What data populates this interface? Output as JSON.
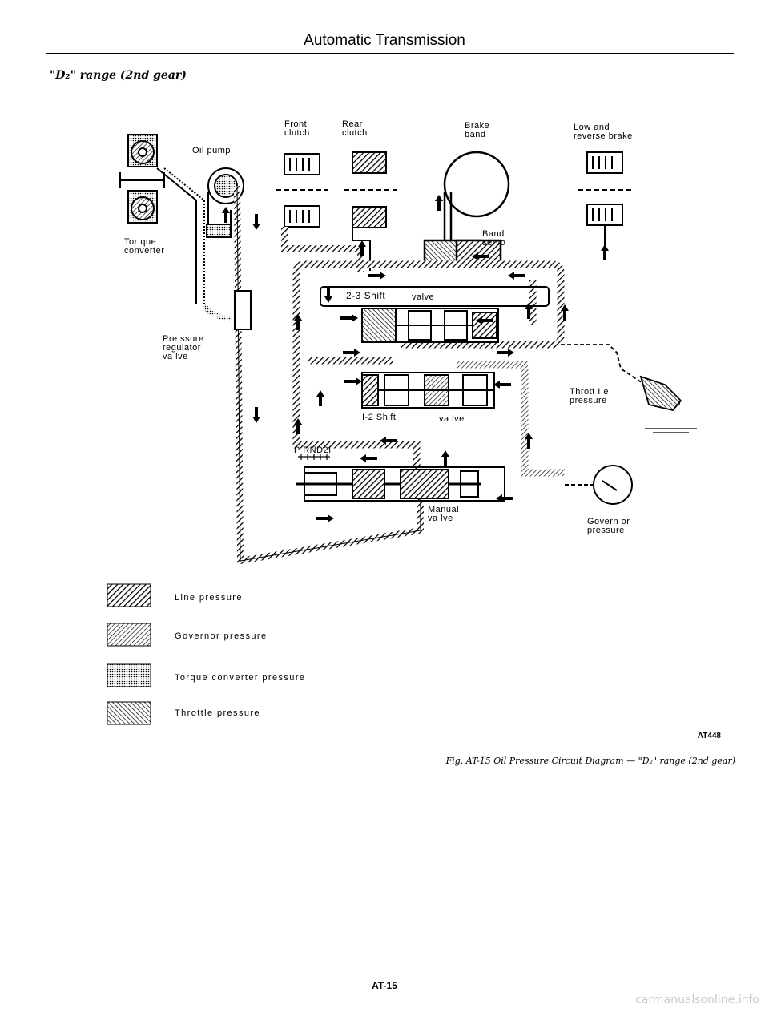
{
  "header": {
    "title": "Automatic Transmission",
    "section_title": "\"D₂\" range (2nd gear)"
  },
  "diagram": {
    "labels": {
      "torque_converter": "Tor que\nconverter",
      "oil_pump": "Oil pump",
      "front_clutch": "Front\nclutch",
      "rear_clutch": "Rear\nclutch",
      "brake_band": "Brake\nband",
      "low_reverse_brake": "Low and\nreverse brake",
      "band_servo": "Band\nservo",
      "pressure_regulator": "Pre ssure\nregulator\nva lve",
      "shift_23_left": "2-3 Shift",
      "shift_23_right": "valve",
      "shift_12_left": "I-2 Shift",
      "shift_12_right": "va lve",
      "prnd21": "P RND2I",
      "manual_valve": "Manual\nva lve",
      "throttle_pressure": "Thrott I e\npressure",
      "governor_pressure": "Govern or\npressure"
    }
  },
  "legend": {
    "items": [
      {
        "label": "Line pressure"
      },
      {
        "label": "Governor pressure"
      },
      {
        "label": "Torque converter pressure"
      },
      {
        "label": "Throttle pressure"
      }
    ]
  },
  "footer": {
    "code": "AT448",
    "caption": "Fig. AT-15 Oil Pressure Circuit Diagram — \"D₂\" range (2nd gear)",
    "page_number": "AT-15",
    "watermark": "carmanualsonline.info"
  }
}
